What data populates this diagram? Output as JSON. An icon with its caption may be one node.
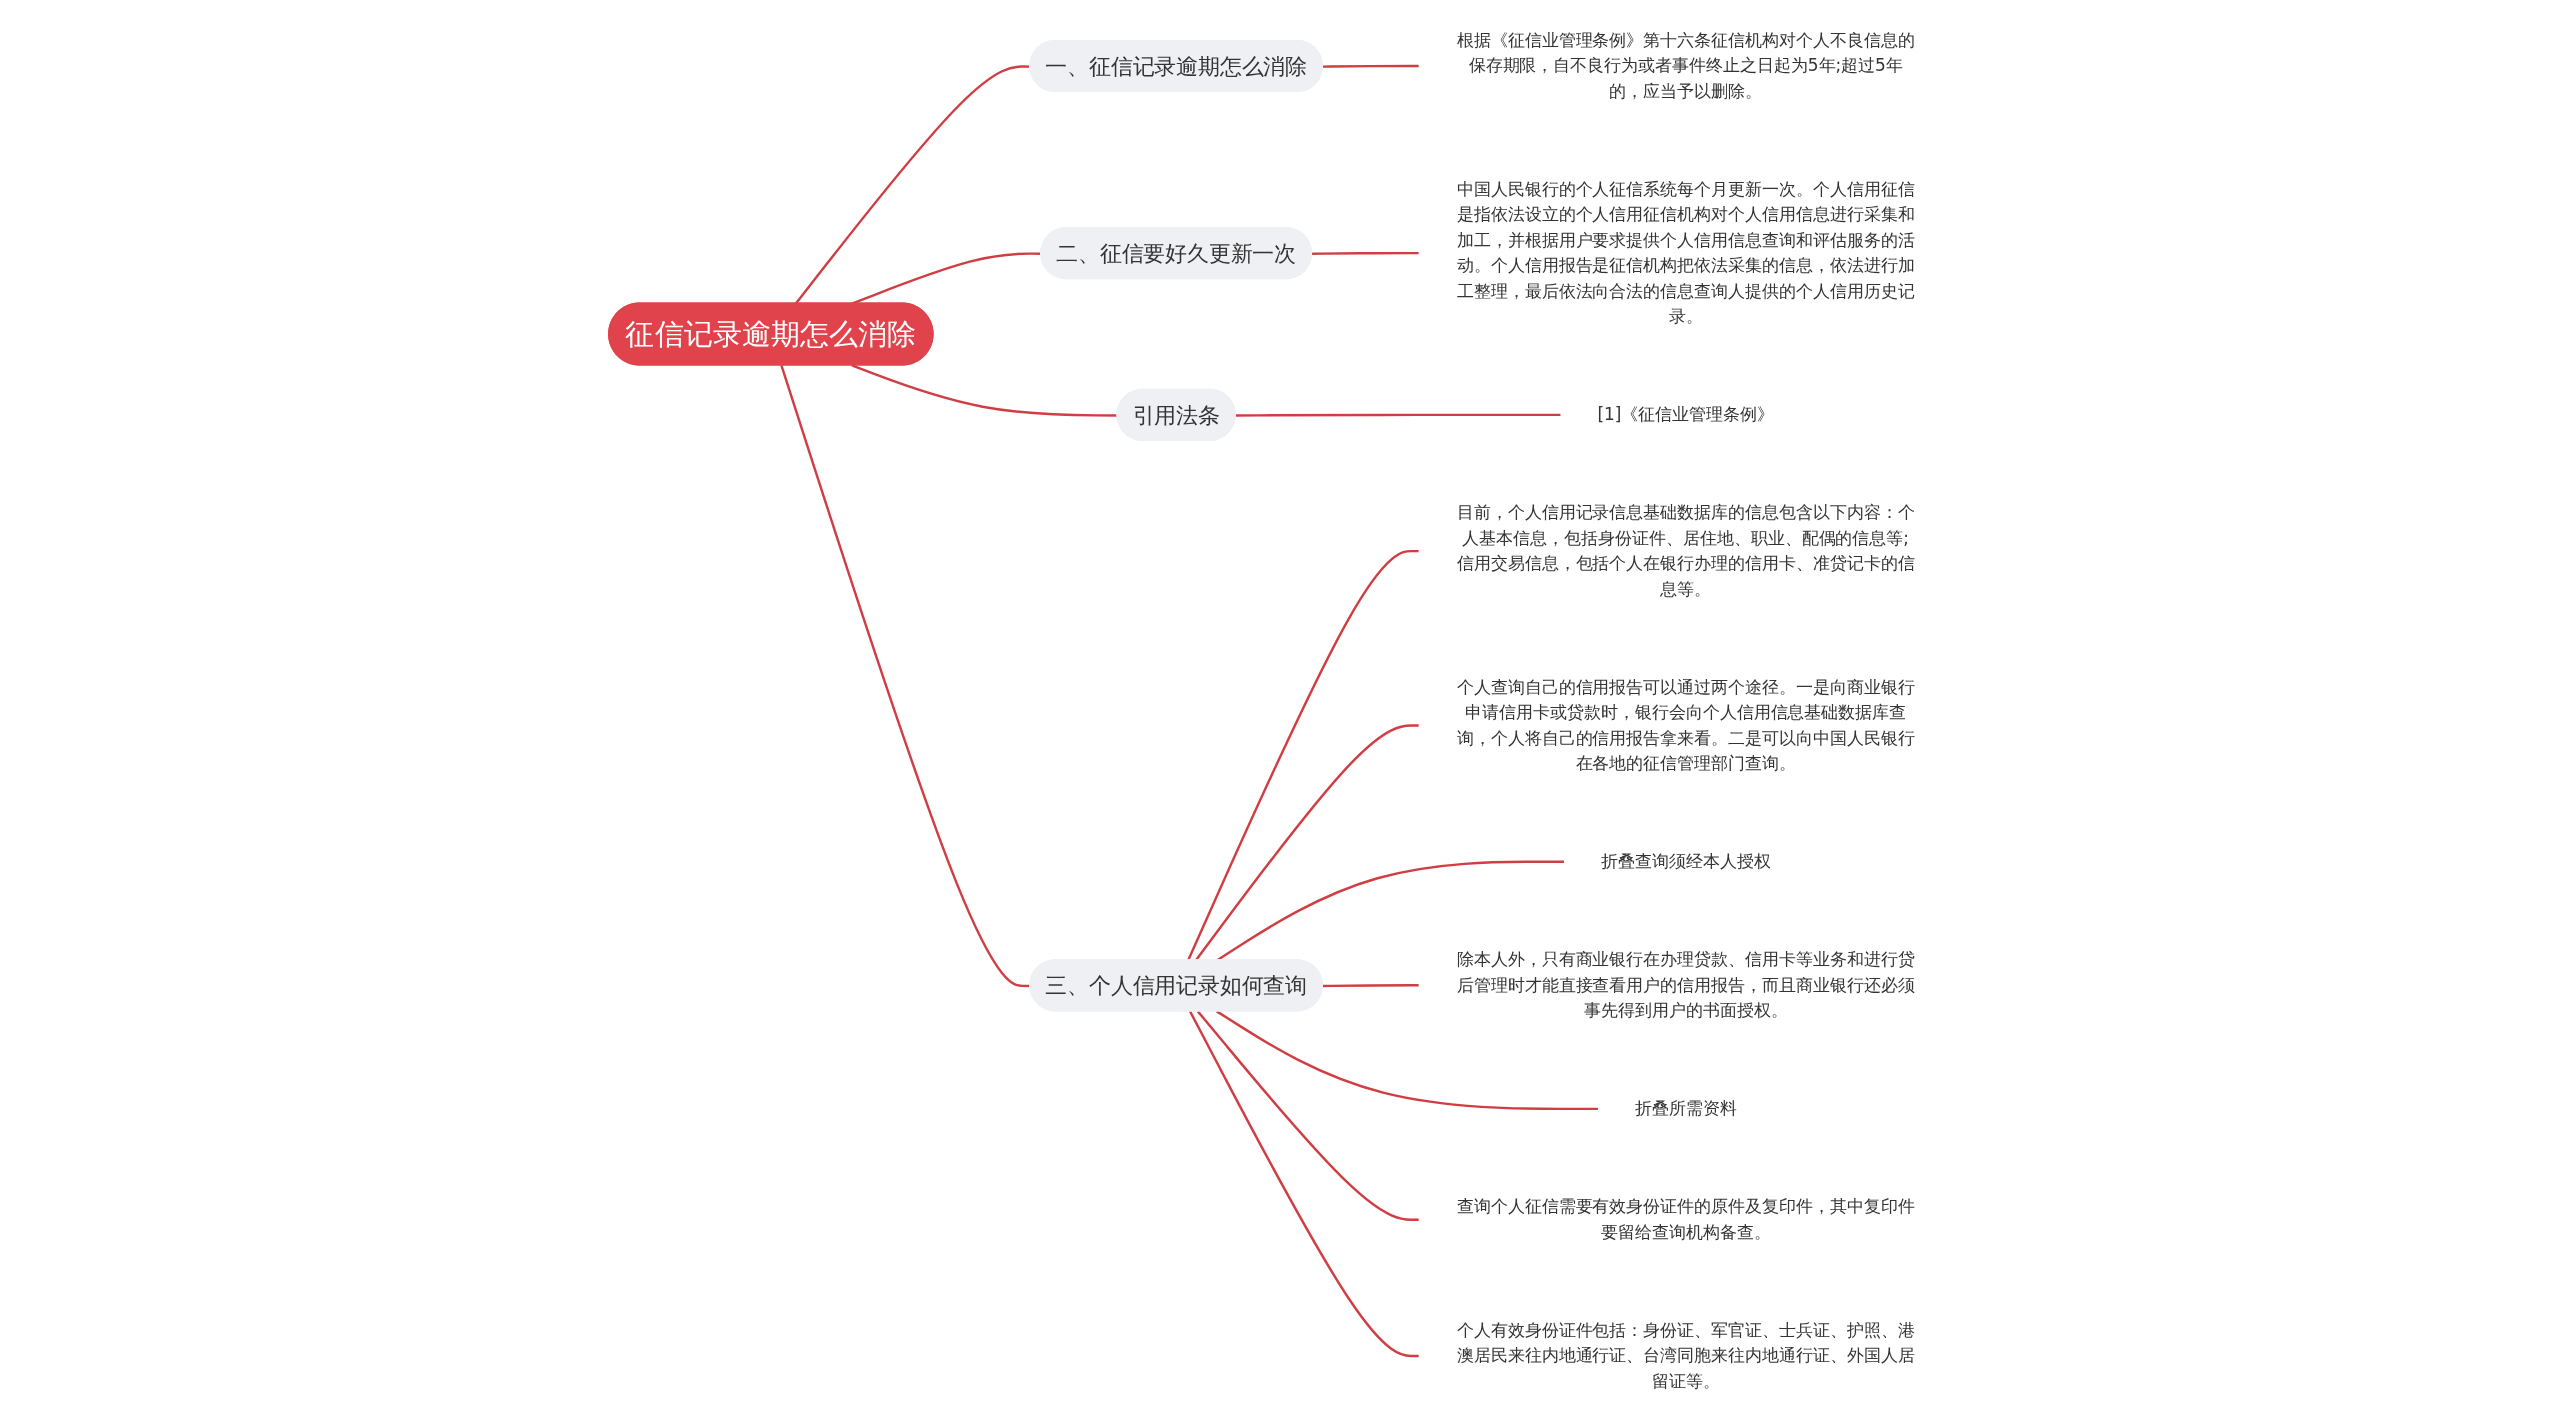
{
  "diagram": {
    "nodes": [
      {
        "text": [
          "征信记录逾期怎么消除"
        ]
      },
      {
        "text": [
          "一、征信记录逾期怎么消除"
        ]
      },
      {
        "text": [
          "根据《征信业管理条例》第十六条征信机构对个人不良信息的保存期限，自不良行为或者事件终止之日起为5年;超过5年的，应当予以删除。"
        ]
      },
      {
        "text": [
          "二、征信要好久更新一次"
        ]
      },
      {
        "text": [
          "中国人民银行的个人征信系统每个月更新一次。个人信用征信是指依法设立的个人信用征信机构对个人信用信息进行采集和加工，并根据用户要求提供个人信用信息查询和评估服务的活动。个人信用报告是征信机构把依法采集的信息，依法进行加工整理，最后依法向合法的信息查询人提供的个人信用历史记录。"
        ]
      },
      {
        "text": [
          "引用法条"
        ]
      },
      {
        "text": [
          "[1]《征信业管理条例》"
        ]
      },
      {
        "text": [
          "三、个人信用记录如何查询"
        ]
      },
      {
        "text": [
          "目前，个人信用记录信息基础数据库的信息包含以下内容：个人基本信息，包括身份证件、居住地、职业、配偶的信息等;信用交易信息，包括个人在银行办理的信用卡、准贷记卡的信息等。"
        ]
      },
      {
        "text": [
          "个人查询自己的信用报告可以通过两个途径。一是向商业银行申请信用卡或贷款时，银行会向个人信用信息基础数据库查询，个人将自己的信用报告拿来看。二是可以向中国人民银行在各地的征信管理部门查询。"
        ]
      },
      {
        "text": [
          "折叠查询须经本人授权"
        ]
      },
      {
        "text": [
          "除本人外，只有商业银行在办理贷款、信用卡等业务和进行贷后管理时才能直接查看用户的信用报告，而且商业银行还必须事先得到用户的书面授权。"
        ]
      },
      {
        "text": [
          "折叠所需资料"
        ]
      },
      {
        "text": [
          "查询个人征信需要有效身份证件的原件及复印件，其中复印件要留给查询机构备查。"
        ]
      },
      {
        "text": [
          "个人有效身份证件包括：身份证、军官证、士兵证、护照、港澳居民来往内地通行证、台湾同胞来往内地通行证、外国人居留证等。"
        ]
      }
    ],
    "edges": [
      {
        "from": 0,
        "to": 1,
        "arrow": "none"
      },
      {
        "from": 1,
        "to": 2,
        "arrow": "none"
      },
      {
        "from": 0,
        "to": 3,
        "arrow": "none"
      },
      {
        "from": 3,
        "to": 4,
        "arrow": "none"
      },
      {
        "from": 0,
        "to": 5,
        "arrow": "none"
      },
      {
        "from": 5,
        "to": 6,
        "arrow": "none"
      },
      {
        "from": 0,
        "to": 7,
        "arrow": "none"
      },
      {
        "from": 7,
        "to": 8,
        "arrow": "none"
      },
      {
        "from": 7,
        "to": 9,
        "arrow": "none"
      },
      {
        "from": 7,
        "to": 10,
        "arrow": "none"
      },
      {
        "from": 7,
        "to": 11,
        "arrow": "none"
      },
      {
        "from": 7,
        "to": 12,
        "arrow": "none"
      },
      {
        "from": 7,
        "to": 13,
        "arrow": "none"
      },
      {
        "from": 7,
        "to": 14,
        "arrow": "none"
      }
    ]
  }
}
